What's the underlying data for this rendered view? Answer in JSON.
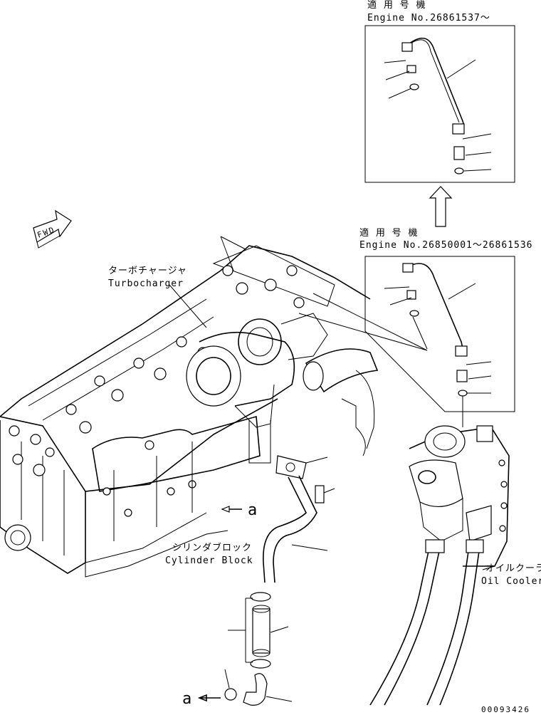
{
  "labels": {
    "top_jp": "適 用 号 機",
    "top_en": "Engine No.26861537～",
    "mid_jp": "適 用 号 機",
    "mid_en": "Engine No.26850001～26861536",
    "turbo_jp": "ターボチャージャ",
    "turbo_en": "Turbocharger",
    "cyl_jp": "シリンダブロック",
    "cyl_en": "Cylinder Block",
    "oil_jp": "オイルクーラ",
    "oil_en": "Oil Cooler",
    "fwd": "FWD",
    "ref_a1": "a",
    "ref_a2": "a",
    "drawing_no": "00093426"
  }
}
